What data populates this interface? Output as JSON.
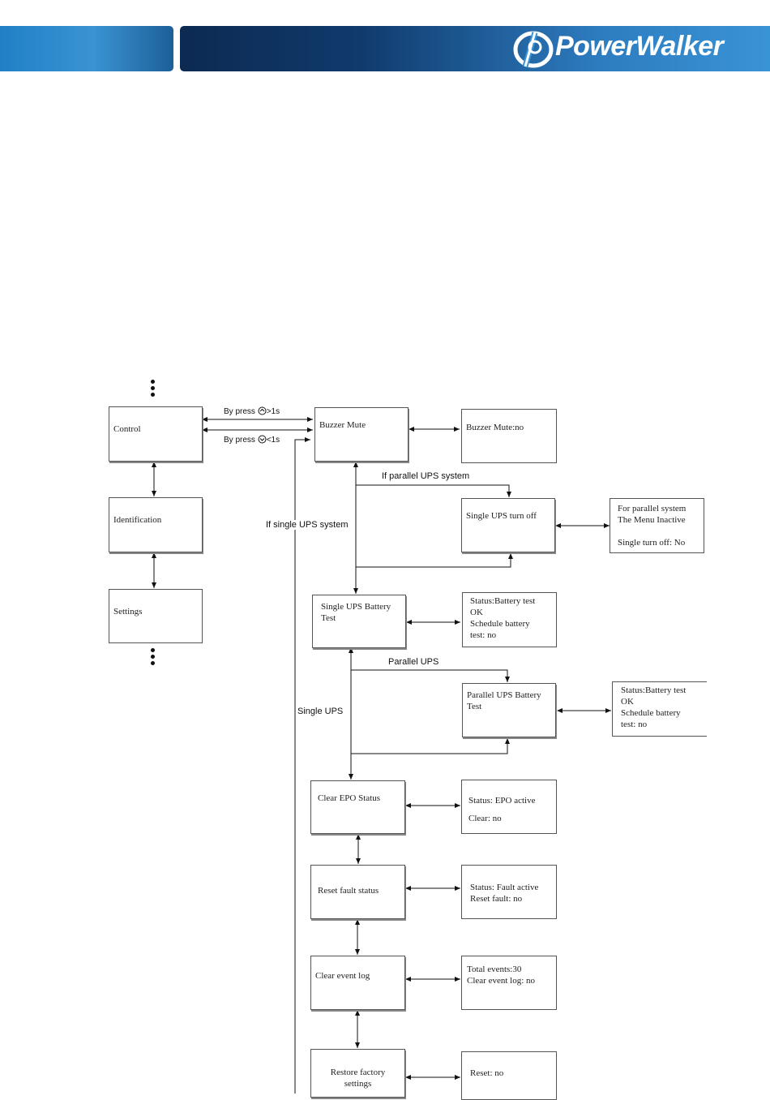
{
  "header": {
    "brand": "PowerWalker",
    "colors": {
      "bar_dark": "#0c2a52",
      "bar_light": "#3a95d6"
    }
  },
  "left_menu": {
    "items": [
      "Control",
      "Identification",
      "Settings"
    ]
  },
  "transitions": {
    "press_long": "By press",
    "press_long_suffix": ">1s",
    "press_short": "By press",
    "press_short_suffix": "<1s",
    "if_parallel_ups": "If parallel UPS system",
    "if_single_ups": "If single UPS system",
    "parallel_ups": "Parallel UPS",
    "single_ups": "Single UPS"
  },
  "control_menu": [
    {
      "label": "Buzzer  Mute",
      "detail": "Buzzer  Mute:no"
    },
    {
      "label": "Single UPS turn off",
      "detail": "For parallel system\nThe Menu Inactive\n\nSingle turn off: No"
    },
    {
      "label": "Single UPS  Battery\nTest",
      "detail": "Status:Battery test\nOK\nSchedule battery\ntest: no"
    },
    {
      "label": "Parallel UPS  Battery\nTest",
      "detail": "Status:Battery test\nOK\nSchedule battery\ntest: no"
    },
    {
      "label": "Clear EPO Status",
      "detail": "Status: EPO active\n\nClear: no"
    },
    {
      "label": "Reset fault status",
      "detail": "Status: Fault active\nReset fault: no"
    },
    {
      "label": "Clear event log",
      "detail": "Total events:30\nClear event log: no"
    },
    {
      "label": "Restore factory\nsettings",
      "detail": "Reset: no"
    }
  ]
}
